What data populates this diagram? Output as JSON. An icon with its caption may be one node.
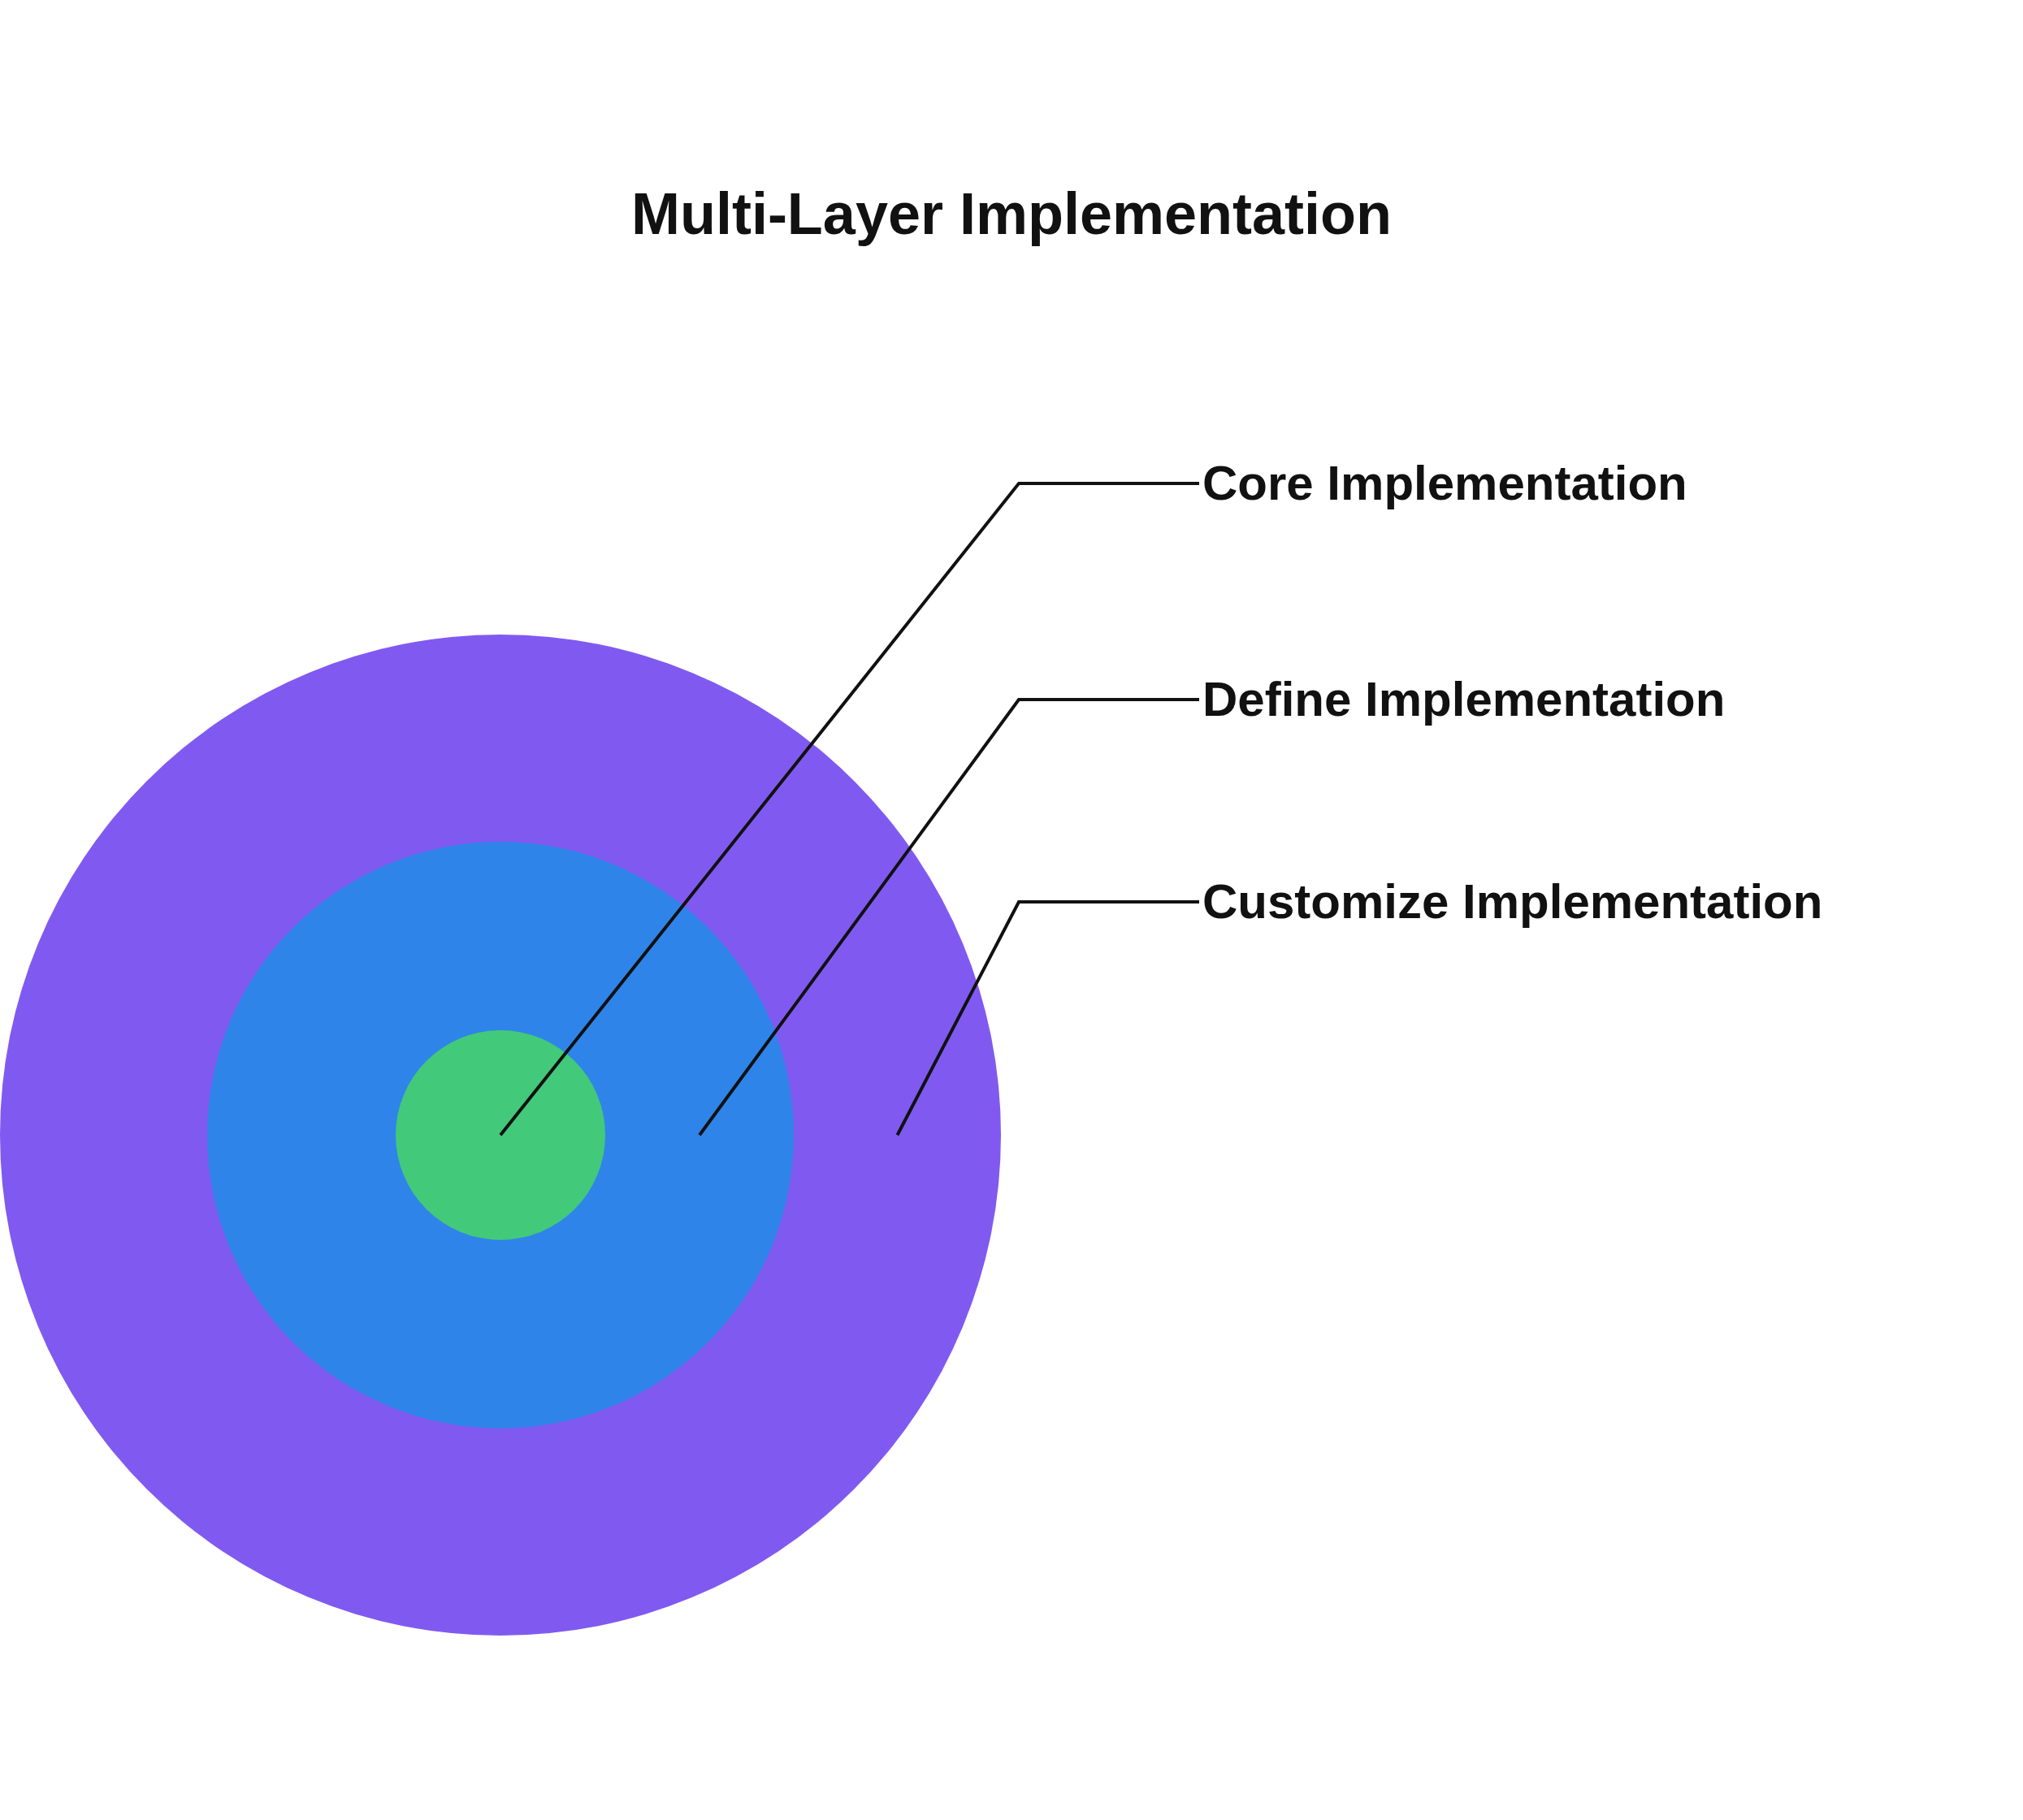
{
  "diagram": {
    "title": "Multi-Layer Implementation",
    "nodes": [
      {
        "text": [
          "Core Implementation"
        ]
      },
      {
        "text": [
          "Define Implementation"
        ]
      },
      {
        "text": [
          "Customize Implementation"
        ]
      },
      {
        "text": [],
        "shape": "circle"
      },
      {
        "text": [],
        "shape": "circle",
        "in": 3
      },
      {
        "text": [],
        "shape": "circle",
        "in": 4
      }
    ],
    "edges": [
      {
        "from": 0,
        "to": 5,
        "arrow": "none"
      },
      {
        "from": 1,
        "to": 4,
        "arrow": "none"
      },
      {
        "from": 2,
        "to": 3,
        "arrow": "none"
      }
    ]
  }
}
